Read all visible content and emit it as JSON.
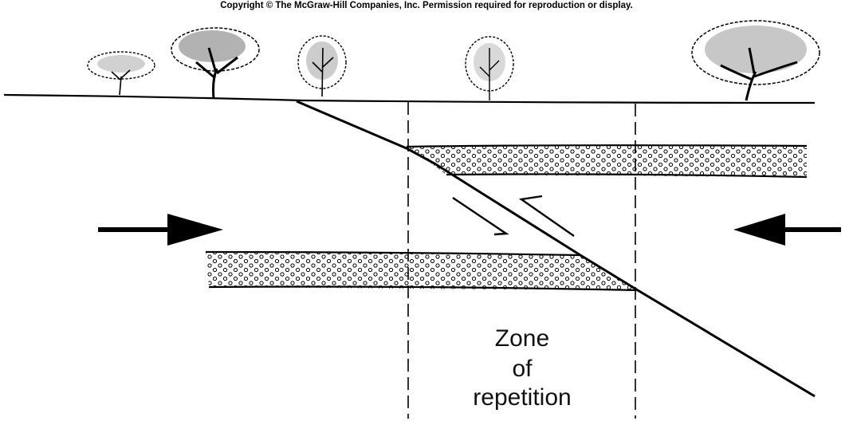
{
  "copyright": "Copyright © The McGraw-Hill Companies, Inc. Permission required for reproduction or display.",
  "zone_label": {
    "line1": "Zone",
    "line2": "of",
    "line3": "repetition"
  }
}
